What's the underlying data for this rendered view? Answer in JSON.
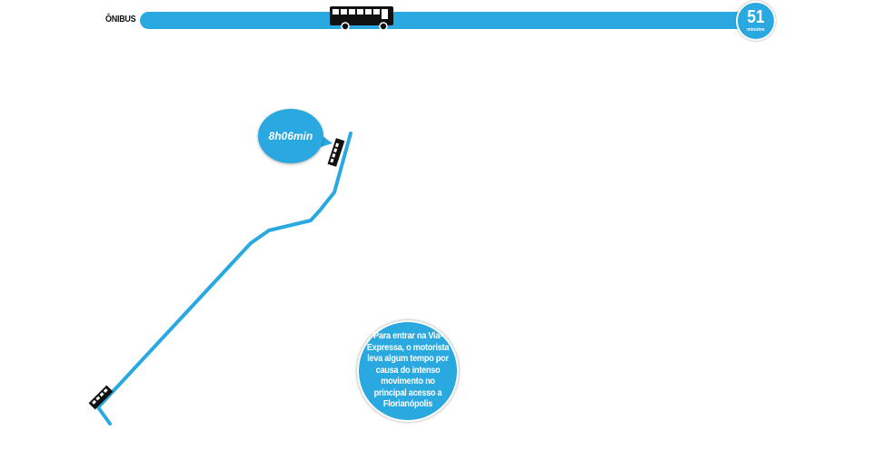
{
  "header": {
    "mode_label": "ÔNIBUS",
    "duration_value": "51",
    "duration_unit": "minutos",
    "bus_icon": "bus-icon"
  },
  "map": {
    "time_label": "8h06min",
    "start_vehicle_icon": "bus-icon",
    "end_vehicle_icon": "bus-icon",
    "note": "Para entrar na Via- Expressa, o motorista leva algum tempo por causa do intenso movimento no principal acesso a Florianópolis"
  },
  "colors": {
    "accent": "#2aa9e0",
    "text_dark": "#111111",
    "white": "#ffffff"
  }
}
